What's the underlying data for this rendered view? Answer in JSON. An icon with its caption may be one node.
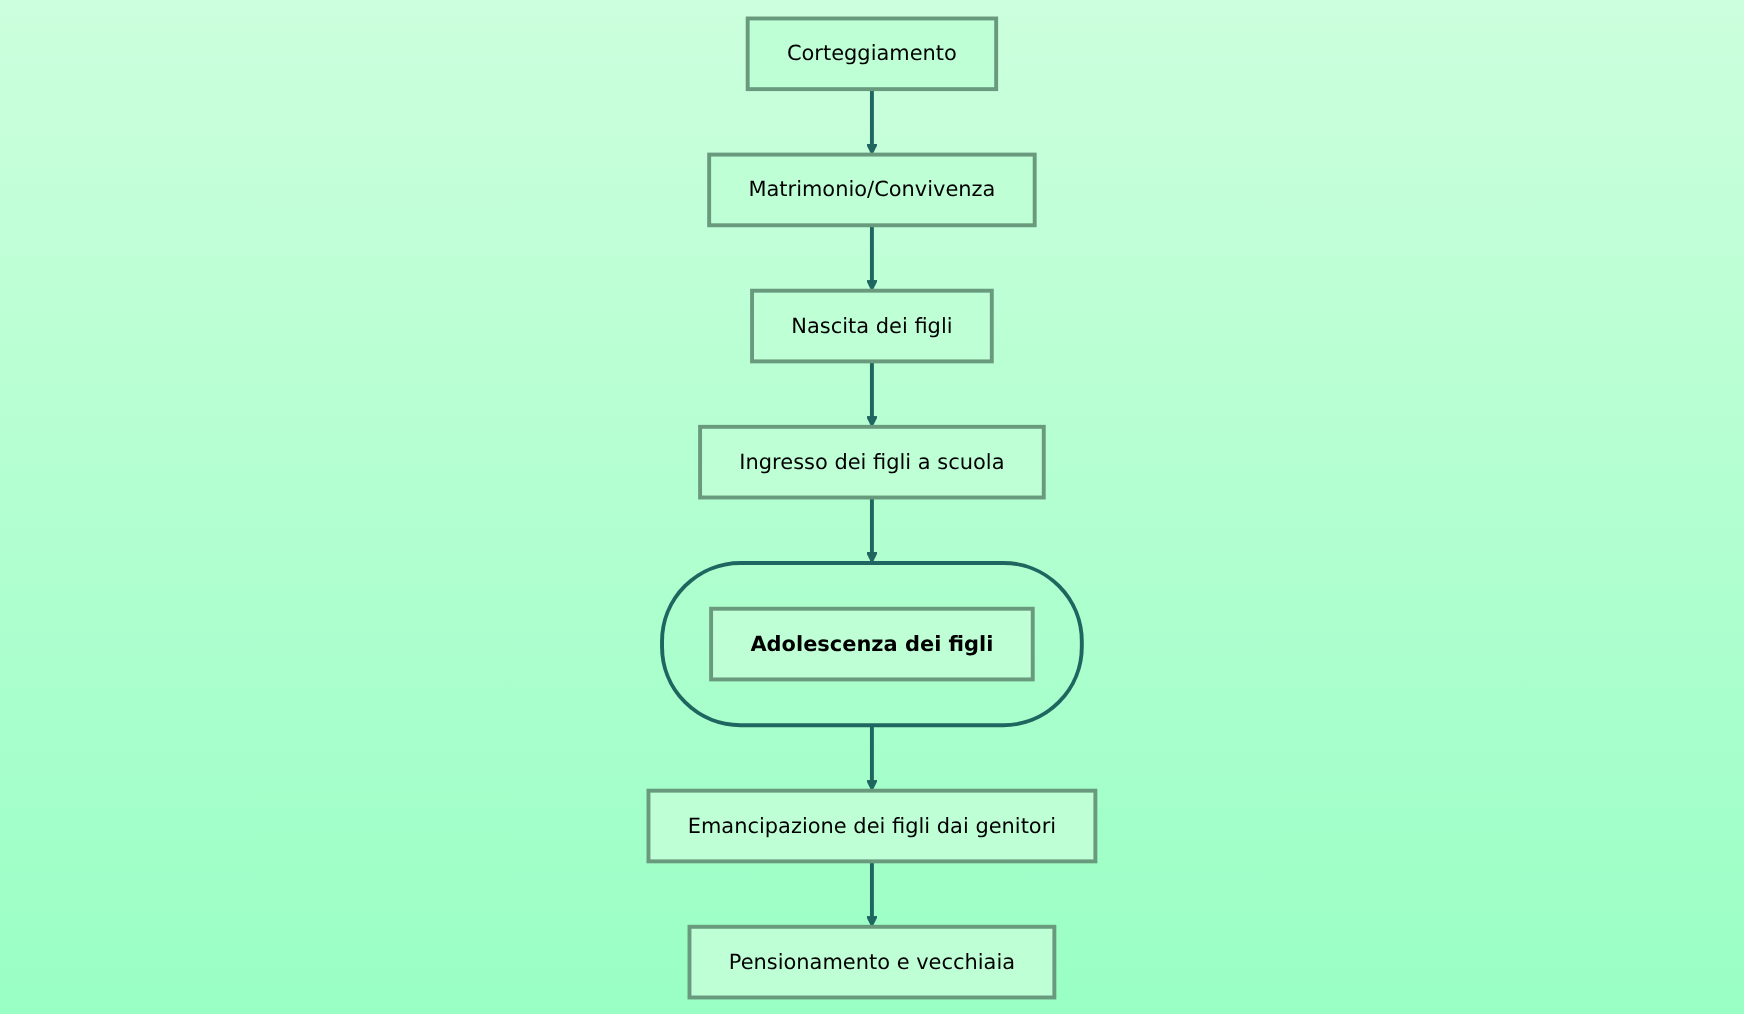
{
  "diagram": {
    "nodes": [
      {
        "text": [
          "Corteggiamento"
        ]
      },
      {
        "text": [
          "Matrimonio/Convivenza"
        ]
      },
      {
        "text": [
          "Nascita dei figli"
        ]
      },
      {
        "text": [
          "Ingresso dei figli a scuola"
        ]
      },
      {
        "text": [],
        "shape": "ellipse"
      },
      {
        "text": [
          "Adolescenza dei figli"
        ],
        "in": 4
      },
      {
        "text": [
          "Emancipazione dei figli dai genitori"
        ]
      },
      {
        "text": [
          "Pensionamento e vecchiaia"
        ]
      }
    ],
    "edges": [
      {
        "from": 0,
        "to": 1,
        "arrow": "to"
      },
      {
        "from": 1,
        "to": 2,
        "arrow": "to"
      },
      {
        "from": 2,
        "to": 3,
        "arrow": "to"
      },
      {
        "from": 3,
        "to": 4,
        "arrow": "to"
      },
      {
        "from": 4,
        "to": 6,
        "arrow": "to"
      },
      {
        "from": 6,
        "to": 7,
        "arrow": "to"
      }
    ]
  }
}
